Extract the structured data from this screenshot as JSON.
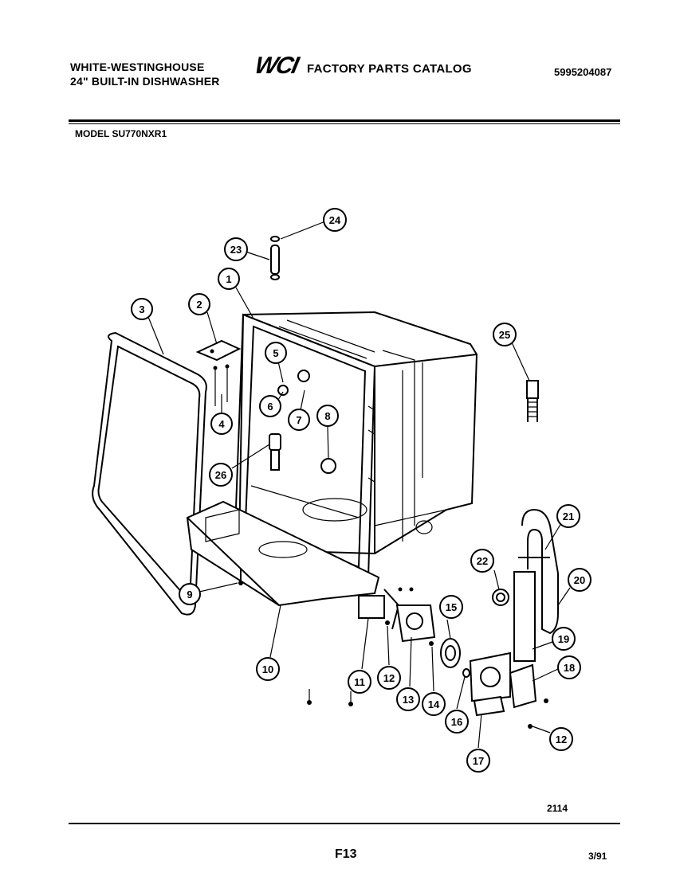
{
  "header": {
    "brand_line1": "WHITE-WESTINGHOUSE",
    "brand_line2": "24\" BUILT-IN DISHWASHER",
    "logo_text": "WCI",
    "catalog_title": "FACTORY PARTS CATALOG",
    "catalog_number": "5995204087",
    "model": "MODEL SU770NXR1"
  },
  "footer": {
    "figure_number": "2114",
    "page_code": "F13",
    "date": "3/91"
  },
  "callouts": {
    "c1": "1",
    "c2": "2",
    "c3": "3",
    "c4": "4",
    "c5": "5",
    "c6": "6",
    "c7": "7",
    "c8": "8",
    "c9": "9",
    "c10": "10",
    "c11": "11",
    "c12a": "12",
    "c12b": "12",
    "c13": "13",
    "c14": "14",
    "c15": "15",
    "c16": "16",
    "c17": "17",
    "c18": "18",
    "c19": "19",
    "c20": "20",
    "c21": "21",
    "c22": "22",
    "c23": "23",
    "c24": "24",
    "c25": "25",
    "c26": "26"
  }
}
